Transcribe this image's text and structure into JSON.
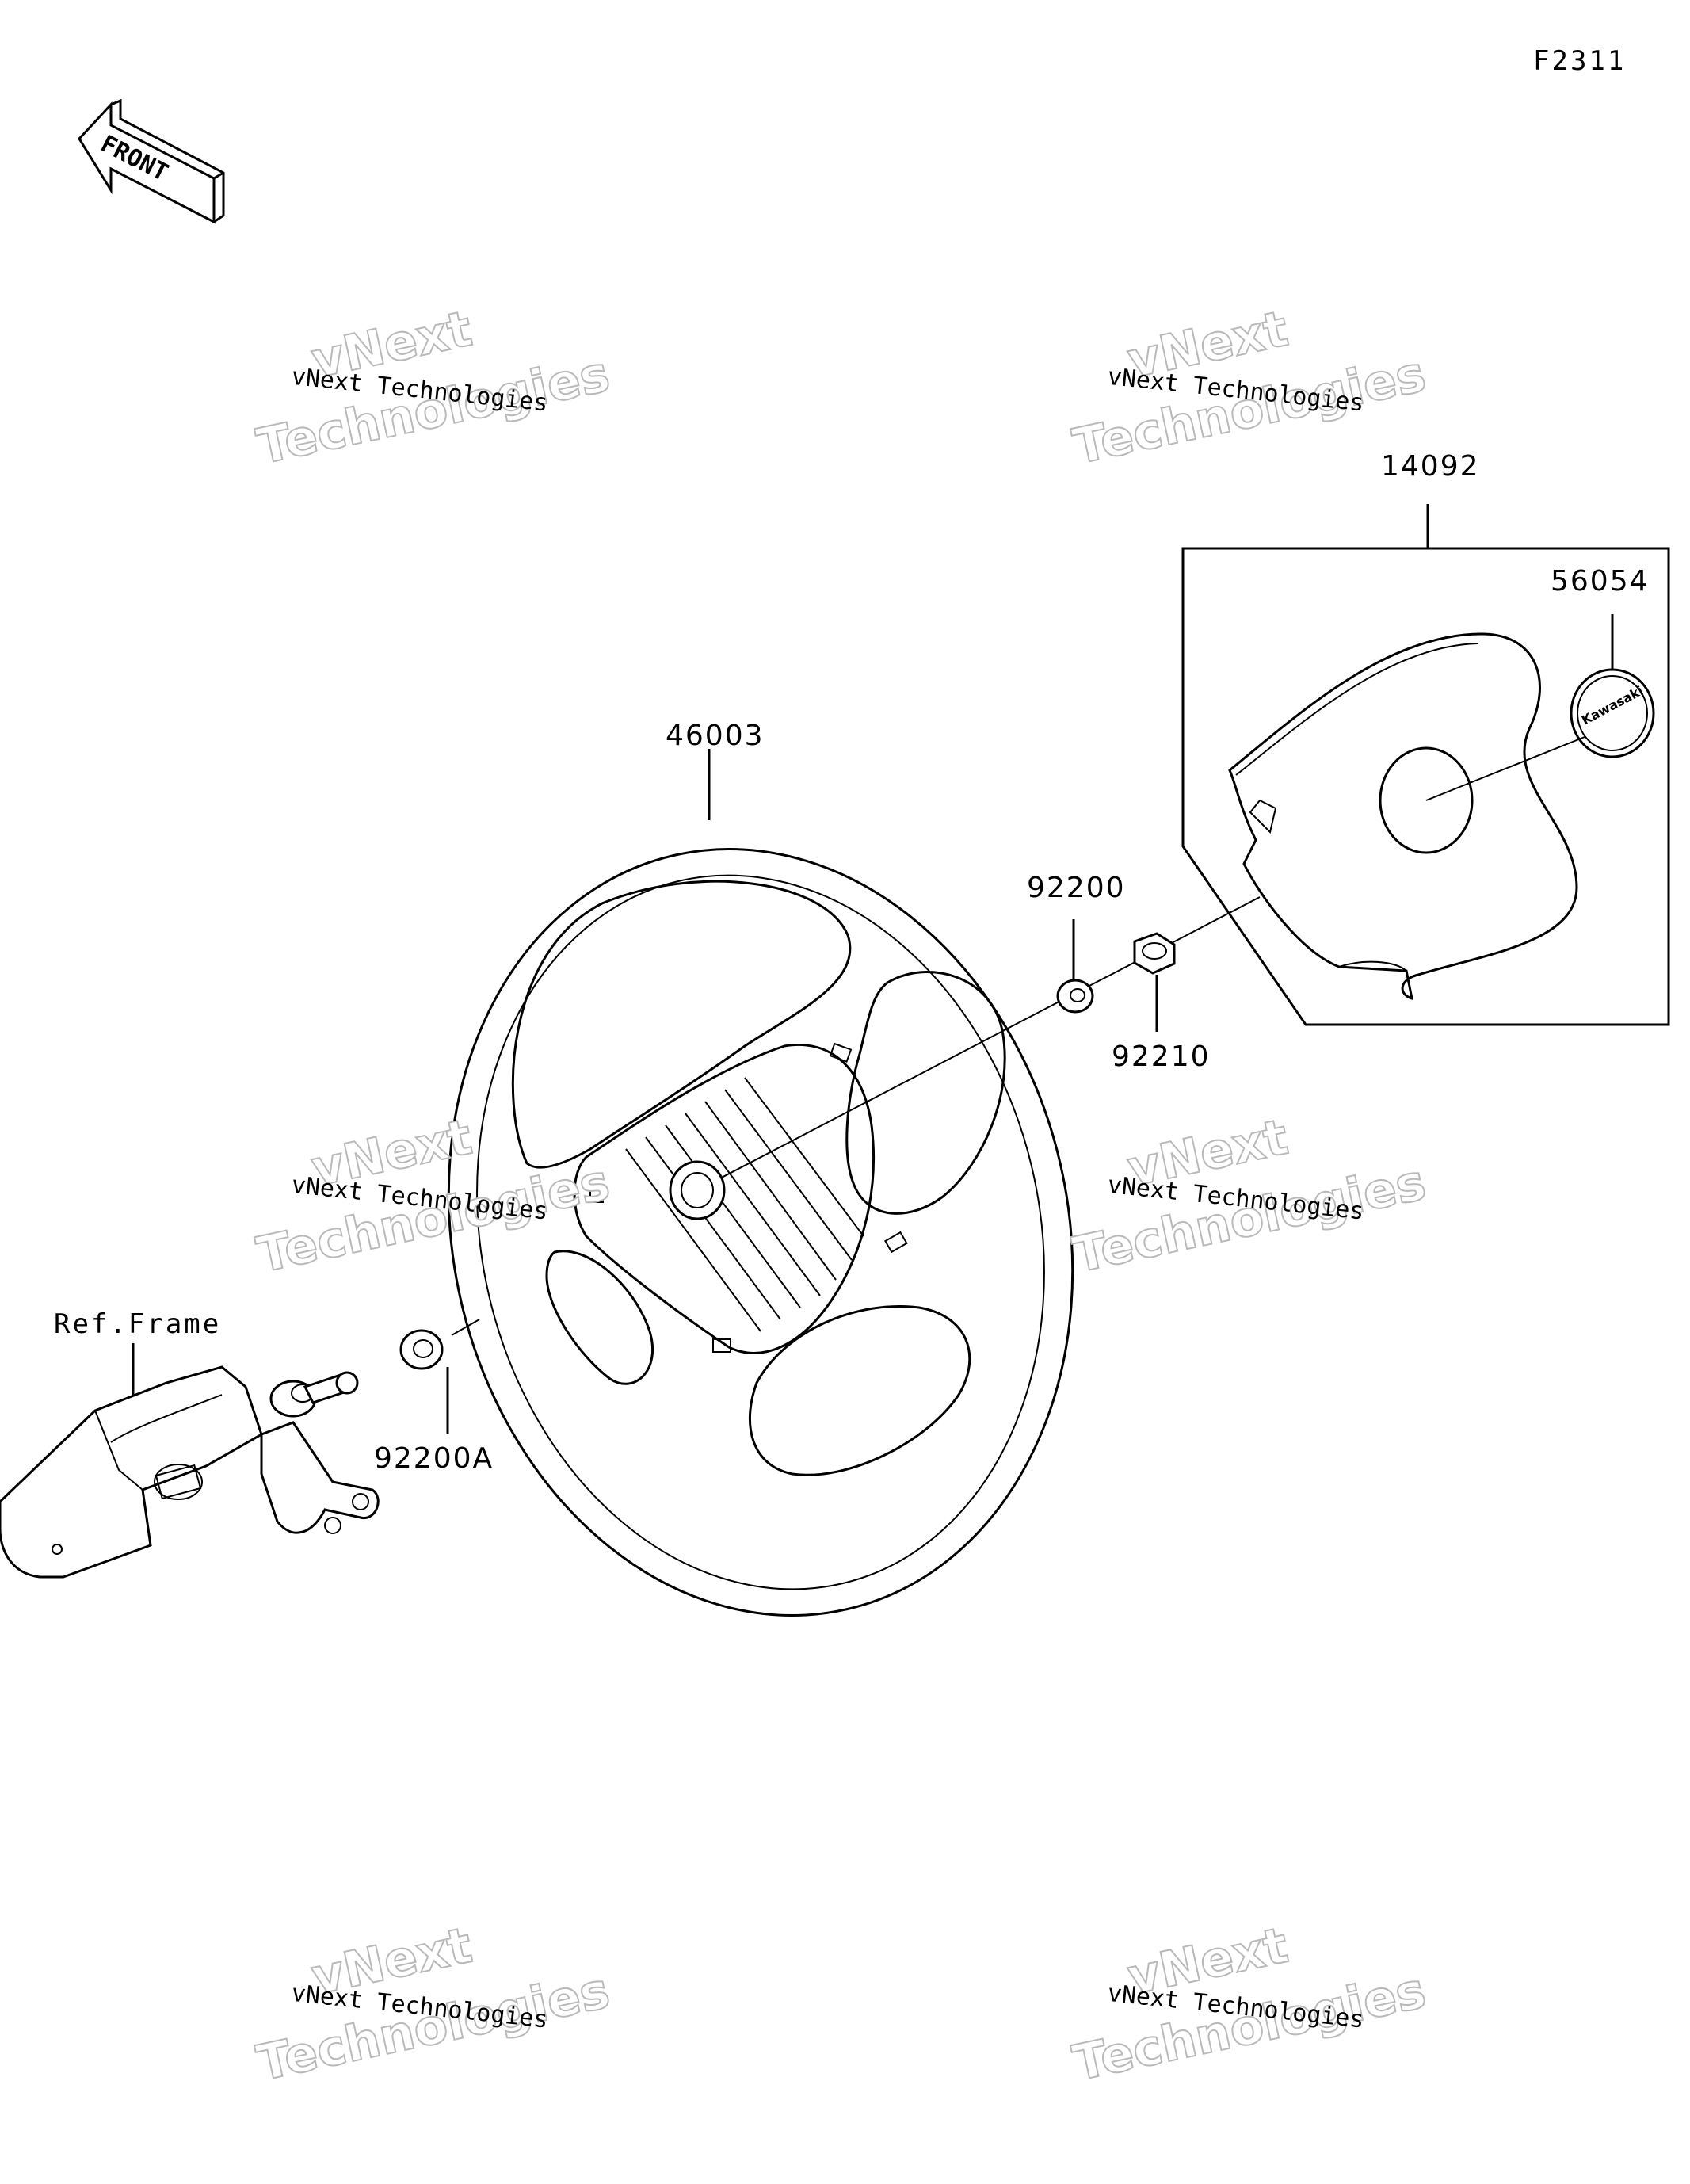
{
  "figure_code": "F2311",
  "front_arrow_label": "FRONT",
  "ref_frame_label": "Ref.Frame",
  "parts": {
    "wheel": "46003",
    "pad_assy": "14092",
    "emblem": "56054",
    "washer": "92200",
    "nut": "92210",
    "washer_a": "92200A"
  },
  "emblem_logo_text": "Kawasaki",
  "watermarks": [
    {
      "small": "vNext Technologies",
      "big_top": "vNext",
      "big_bottom": "Technologies"
    },
    {
      "small": "vNext Technologies",
      "big_top": "vNext",
      "big_bottom": "Technologies"
    },
    {
      "small": "vNext Technologies",
      "big_top": "vNext",
      "big_bottom": "Technologies"
    },
    {
      "small": "vNext Technologies",
      "big_top": "vNext",
      "big_bottom": "Technologies"
    },
    {
      "small": "vNext Technologies",
      "big_top": "vNext",
      "big_bottom": "Technologies"
    },
    {
      "small": "vNext Technologies",
      "big_top": "vNext",
      "big_bottom": "Technologies"
    }
  ]
}
